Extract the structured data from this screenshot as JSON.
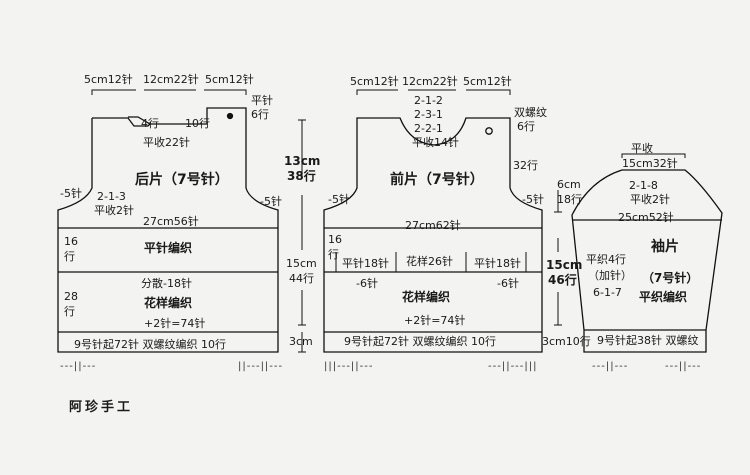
{
  "back": {
    "top_dims": [
      "5cm12针",
      "12cm22针",
      "5cm12针"
    ],
    "shoulder_label": "平针",
    "shoulder_rows": "6行",
    "neck_side_rows": "4行",
    "neck_center_rows": "10行",
    "neck_bind": "平收22针",
    "title": "后片（7号针）",
    "left_dec": "-5针",
    "right_dec": "-5针",
    "armhole_rule": "2-1-3",
    "armhole_bind": "平收2针",
    "width": "27cm56针",
    "sec1_rows_a": "16",
    "sec1_rows_b": "行",
    "sec1_label": "平针编织",
    "dec_note": "分散-18针",
    "sec2_rows_a": "28",
    "sec2_rows_b": "行",
    "sec2_label": "花样编织",
    "inc_note": "+2针=74针",
    "rib": "9号针起72针  双螺纹编织 10行",
    "mark_left": "---||---",
    "mark_right": "||---||---"
  },
  "vertical_dims": {
    "top": "13cm",
    "top_rows": "38行",
    "mid": "15cm",
    "mid_rows": "44行",
    "bottom": "3cm"
  },
  "front": {
    "top_dims": [
      "5cm12针",
      "12cm22针",
      "5cm12针"
    ],
    "neck_rules": [
      "2-1-2",
      "2-3-1",
      "2-2-1"
    ],
    "neck_bind": "平收14针",
    "rib_note": "双螺纹",
    "rib_stitches": "6行",
    "right_rows": "32行",
    "title": "前片（7号针）",
    "left_dec": "-5针",
    "right_dec": "-5针",
    "width": "27cm62针",
    "side_rows_a": "16",
    "side_rows_b": "行",
    "left_flat": "平针18针",
    "center_pattern": "花样26针",
    "right_flat": "平针18针",
    "left_dec2": "-6针",
    "right_dec2": "-6针",
    "sec2_label": "花样编织",
    "inc_note": "+2针=74针",
    "rib": "9号针起72针  双螺纹编织 10行",
    "mark_left": "|||---||---",
    "mark_right": "---||---|||"
  },
  "middle_dims": {
    "body": "15cm",
    "body_rows": "46行",
    "rib": "3cm10行"
  },
  "sleeve": {
    "top_bind": "平收",
    "top_width": "15cm32针",
    "cap_rows_a": "6cm",
    "cap_rows_b": "18行",
    "cap_rule": "2-1-8",
    "cap_bind": "平收2针",
    "width": "25cm52针",
    "side_a": "平织4行",
    "side_b": "（加针）",
    "side_c": "6-1-7",
    "title_a": "袖片",
    "title_b": "（7号针）",
    "title_c": "平织编织",
    "rib": "9号针起38针  双螺纹",
    "mark_left": "---||---",
    "mark_right": "---||---"
  },
  "signature": "阿珍手工"
}
